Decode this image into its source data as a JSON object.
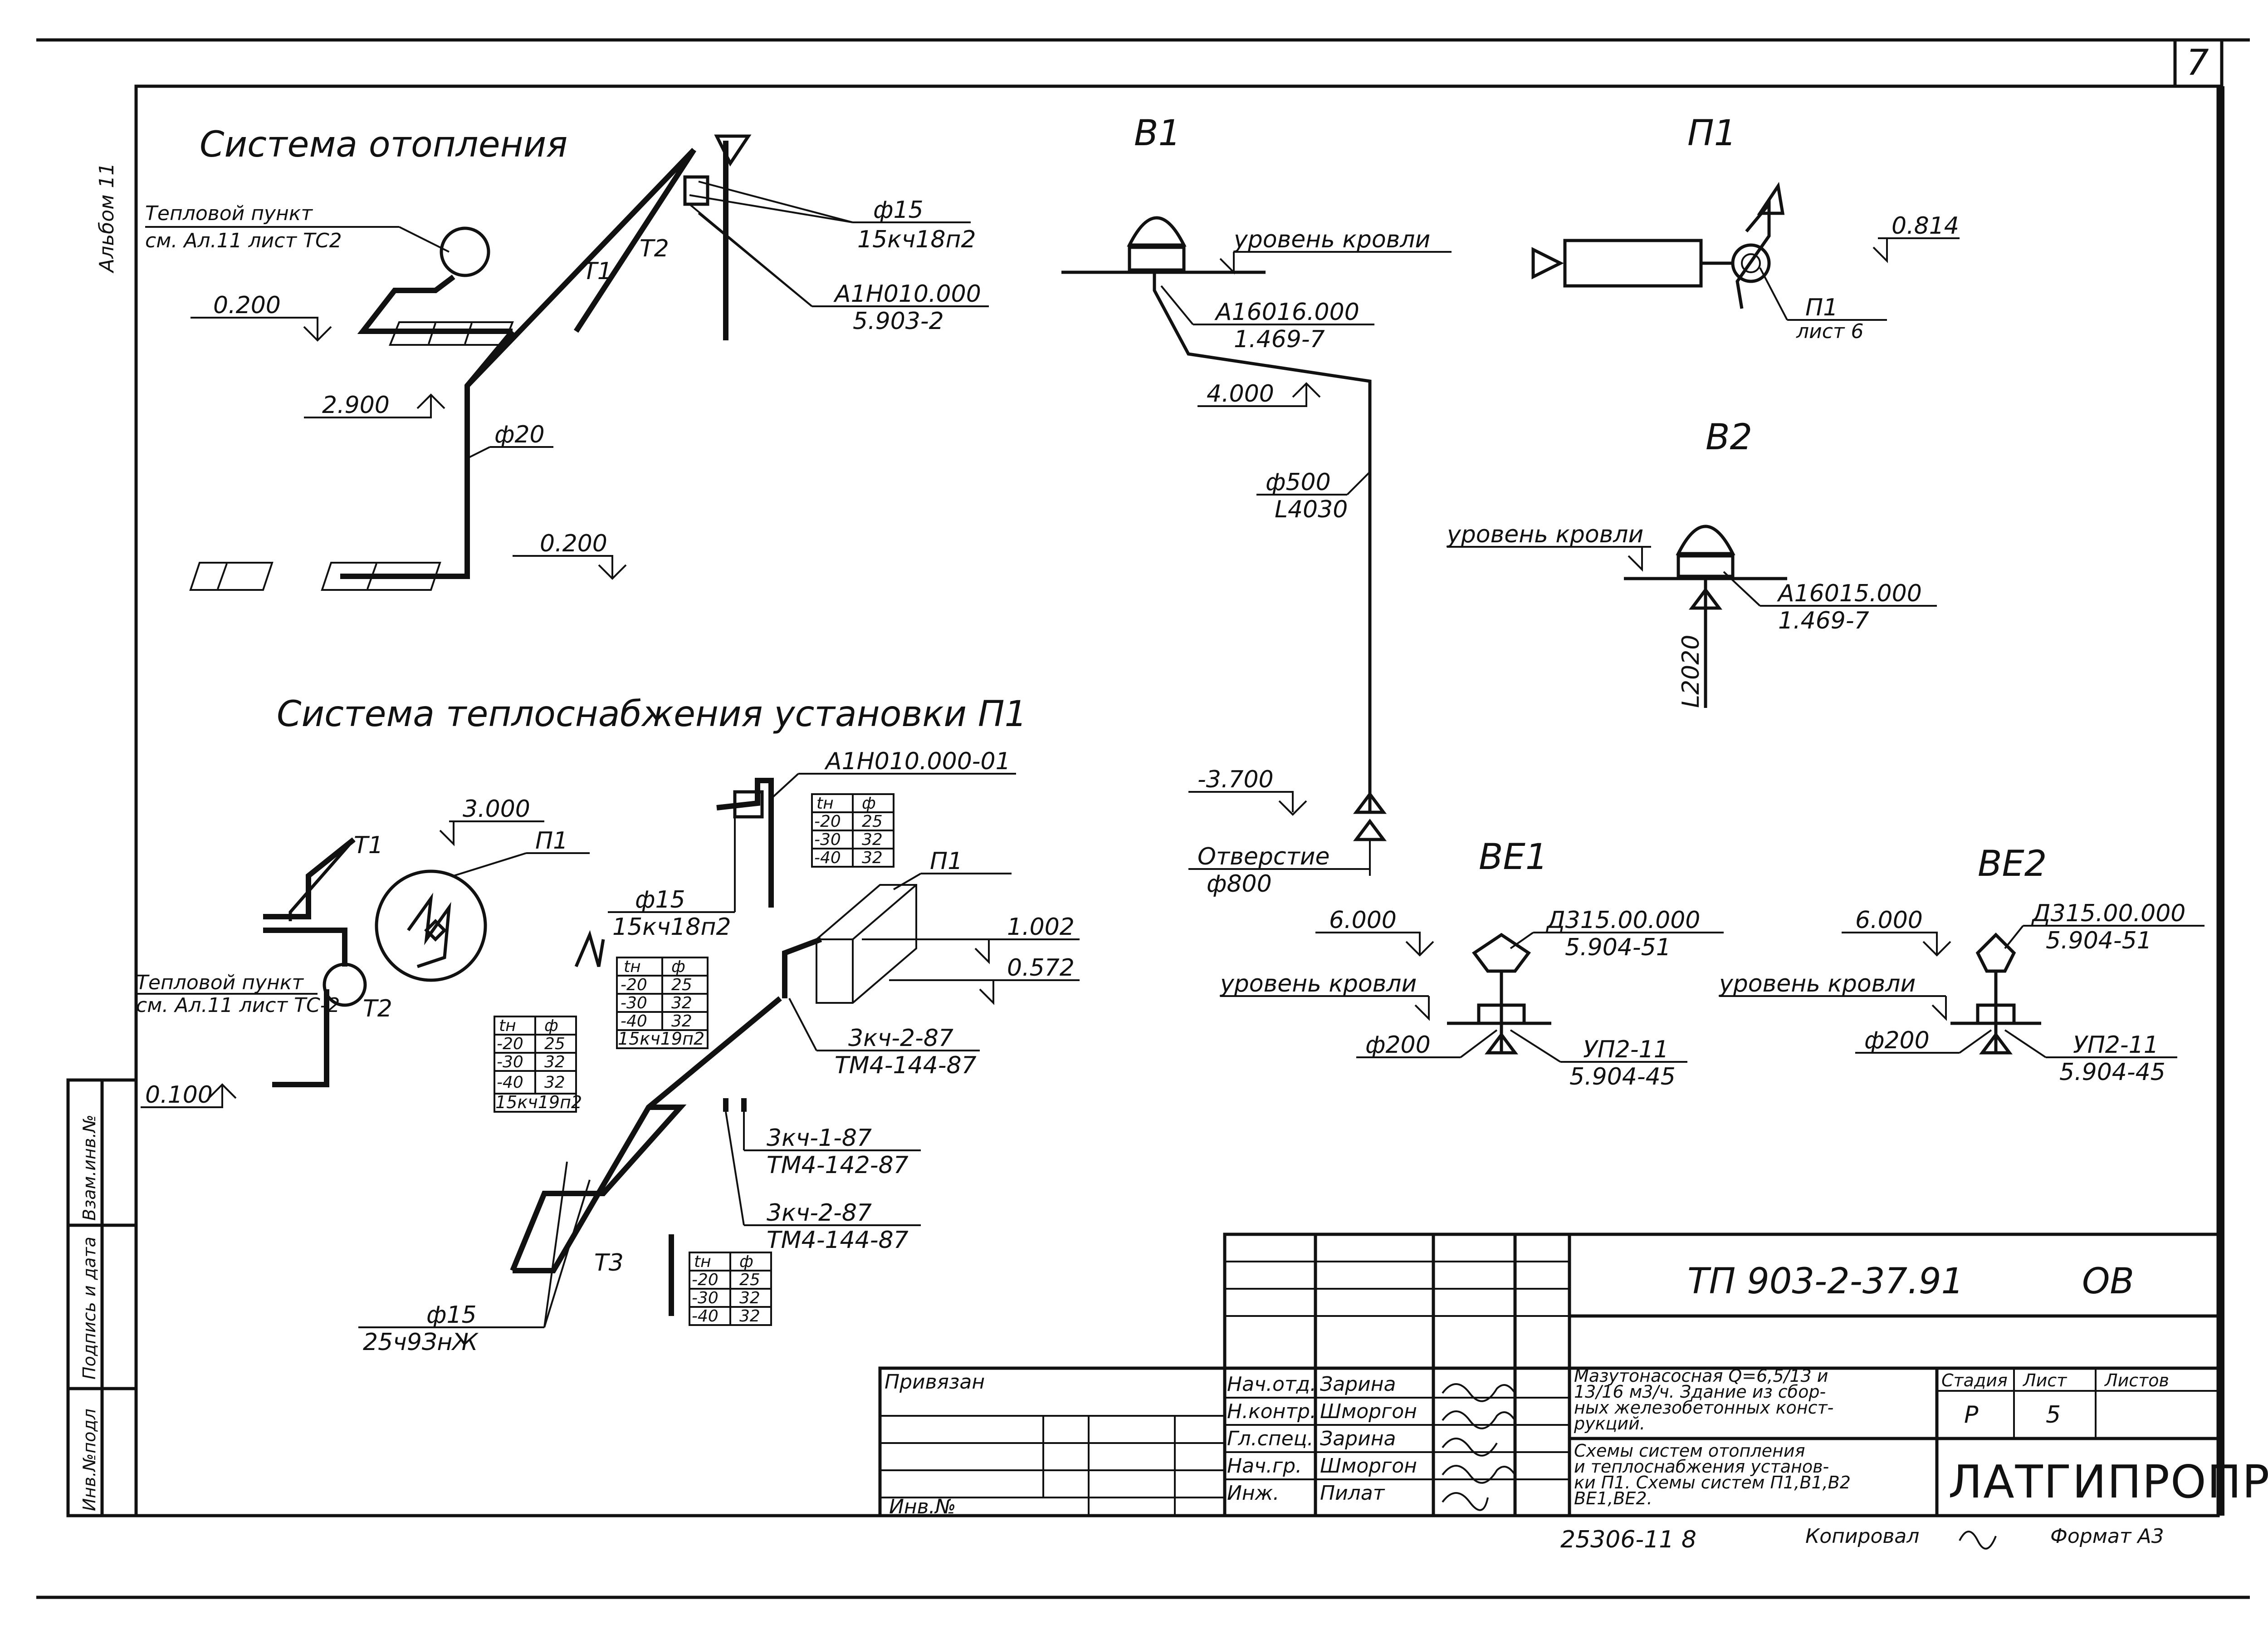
{
  "page_number": "7",
  "album_side": "Альбом 11",
  "heating": {
    "title": "Система отопления",
    "heat_point": [
      "Тепловой пункт",
      "см. Ал.11 лист ТС2"
    ],
    "levels": [
      "0.200",
      "2.900",
      "0.200"
    ],
    "pipe_small": [
      "ф15",
      "15кч18п2"
    ],
    "pipe_main": "ф20",
    "ref": [
      "А1Н010.000",
      "5.903-2"
    ],
    "t1": "Т1",
    "t2": "Т2"
  },
  "v1": {
    "title": "В1",
    "roof": "уровень кровли",
    "ref": [
      "А16016.000",
      "1.469-7"
    ],
    "level_top": "4.000",
    "pipe": [
      "ф500",
      "L4030"
    ],
    "level_bottom": "-3.700",
    "opening": [
      "Отверстие",
      "ф800"
    ]
  },
  "p1": {
    "title": "П1",
    "level": "0.814",
    "ref": [
      "П1",
      "лист 6"
    ]
  },
  "v2": {
    "title": "В2",
    "roof": "уровень кровли",
    "ref": [
      "А16015.000",
      "1.469-7"
    ],
    "length": "L2020"
  },
  "heat_supply": {
    "title": "Система теплоснабжения установки П1",
    "ref_top": "А1Н010.000-01",
    "level_3000": "3.000",
    "unit": "П1",
    "unit2": "П1",
    "heat_point": [
      "Тепловой пункт",
      "см. Ал.11 лист ТС-2"
    ],
    "level_0100": "0.100",
    "level_1002": "1.002",
    "level_0572": "0.572",
    "pipe_a": [
      "ф15",
      "15кч18п2"
    ],
    "pipe_b": [
      "ф15",
      "25ч9ЗнЖ"
    ],
    "valve1": [
      "3кч-2-87",
      "ТМ4-144-87"
    ],
    "valve2": [
      "3кч-1-87",
      "ТМ4-142-87"
    ],
    "valve3": [
      "3кч-2-87",
      "ТМ4-144-87"
    ],
    "t1": "Т1",
    "t2": "Т2",
    "t3": "Т3",
    "table_head": [
      "tн",
      "ф"
    ],
    "table_rows": [
      [
        "-20",
        "25"
      ],
      [
        "-30",
        "32"
      ],
      [
        "-40",
        "32"
      ]
    ],
    "table_foot": "15кч19п2"
  },
  "ve1": {
    "title": "ВЕ1",
    "level": "6.000",
    "roof": "уровень кровли",
    "ref_top": [
      "Д315.00.000",
      "5.904-51"
    ],
    "pipe": "ф200",
    "ref_bot": [
      "УП2-11",
      "5.904-45"
    ]
  },
  "ve2": {
    "title": "ВЕ2",
    "level": "6.000",
    "roof": "уровень кровли",
    "ref_top": [
      "Д315.00.000",
      "5.904-51"
    ],
    "pipe": "ф200",
    "ref_bot": [
      "УП2-11",
      "5.904-45"
    ]
  },
  "left_strip": [
    "Взам.инв.№",
    "Подпись и дата",
    "Инв.№подл"
  ],
  "title_block": {
    "code": "ТП 903-2-37.91",
    "section": "ОВ",
    "privyazan": "Привязан",
    "inv": "Инв.№",
    "roles": [
      [
        "Нач.отд.",
        "Зарина"
      ],
      [
        "Н.контр.",
        "Шморгон"
      ],
      [
        "Гл.спец.",
        "Зарина"
      ],
      [
        "Нач.гр.",
        "Шморгон"
      ],
      [
        "Инж.",
        "Пилат"
      ]
    ],
    "object": [
      "Мазутонасосная Q=6,5/13 и",
      "13/16 м3/ч. Здание из сбор-",
      "ных железобетонных конст-",
      "рукций."
    ],
    "drawing": [
      "Схемы систем отопления",
      "и теплоснабжения установ-",
      "ки П1. Схемы систем П1,В1,В2",
      "ВЕ1,ВЕ2."
    ],
    "stage_head": [
      "Стадия",
      "Лист",
      "Листов"
    ],
    "stage": "Р",
    "sheet": "5",
    "org": "ЛАТГИПРОПРОМ",
    "bottom_num": "25306-11 8",
    "copied": "Копировал",
    "format": "Формат А3"
  }
}
